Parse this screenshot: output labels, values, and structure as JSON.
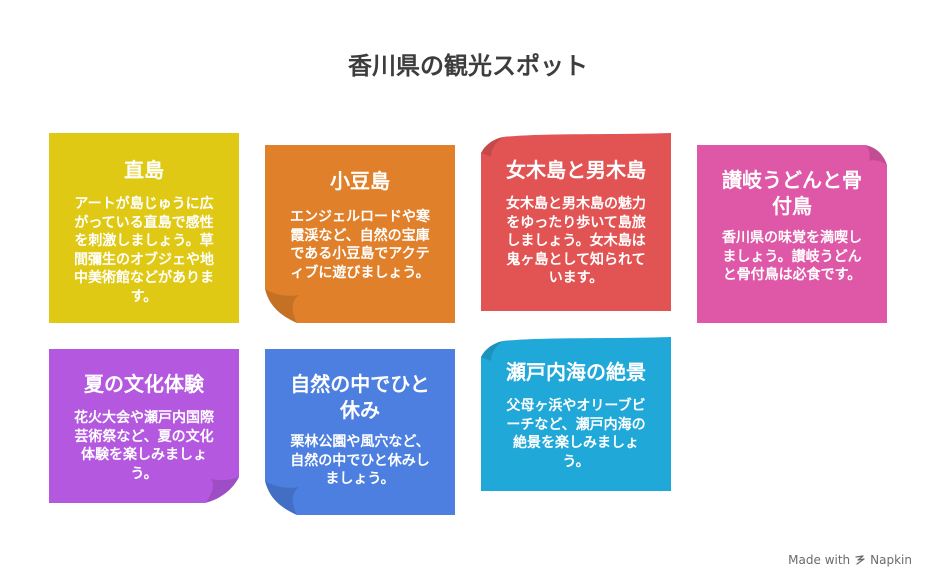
{
  "title": "香川県の観光スポット",
  "cards": [
    {
      "title": "直島",
      "text": "アートが島じゅうに広がっている直島で感性を刺激しましょう。草間彌生のオブジェや地中美術館などがあります。",
      "color": "#e0c914"
    },
    {
      "title": "小豆島",
      "text": "エンジェルロードや寒霞渓など、自然の宝庫である小豆島でアクティブに遊びましょう。",
      "color": "#e0802b"
    },
    {
      "title": "女木島と男木島",
      "text": "女木島と男木島の魅力をゆったり歩いて島旅しましょう。女木島は鬼ヶ島として知られています。",
      "color": "#e25454"
    },
    {
      "title": "讃岐うどんと骨付鳥",
      "text": "香川県の味覚を満喫しましょう。讃岐うどんと骨付鳥は必食です。",
      "color": "#df58a7"
    },
    {
      "title": "夏の文化体験",
      "text": "花火大会や瀬戸内国際芸術祭など、夏の文化体験を楽しみましょう。",
      "color": "#b458e0"
    },
    {
      "title": "自然の中でひと休み",
      "text": "栗林公園や風穴など、自然の中でひと休みしましょう。",
      "color": "#4c7fe0"
    },
    {
      "title": "瀬戸内海の絶景",
      "text": "父母ヶ浜やオリーブビーチなど、瀬戸内海の絶景を楽しみましょう。",
      "color": "#20a8d8"
    }
  ],
  "footer": {
    "made_with": "Made with",
    "brand": "Napkin"
  }
}
